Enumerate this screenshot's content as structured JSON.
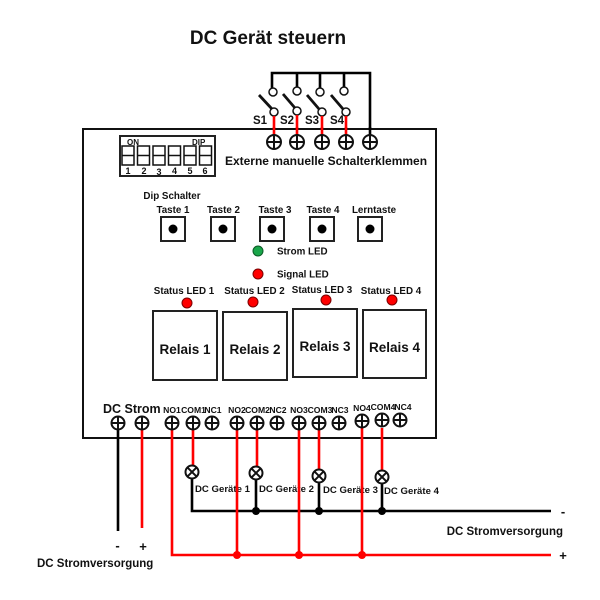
{
  "title": "DC Gerät steuern",
  "external_switches": {
    "switches": [
      "S1",
      "S2",
      "S3",
      "S4"
    ],
    "terminal_label": "Externe manuelle Schalterklemmen"
  },
  "dip_switch": {
    "on_label": "ON",
    "dip_label": "DIP",
    "positions": [
      "1",
      "2",
      "3",
      "4",
      "5",
      "6"
    ],
    "label": "Dip Schalter"
  },
  "buttons": [
    "Taste 1",
    "Taste 2",
    "Taste 3",
    "Taste 4",
    "Lerntaste"
  ],
  "indicators": [
    {
      "label": "Strom LED",
      "color": "green"
    },
    {
      "label": "Signal LED",
      "color": "red"
    }
  ],
  "relays": [
    {
      "status_label": "Status LED 1",
      "label": "Relais 1"
    },
    {
      "status_label": "Status LED 2",
      "label": "Relais 2"
    },
    {
      "status_label": "Status LED 3",
      "label": "Relais 3"
    },
    {
      "status_label": "Status LED 4",
      "label": "Relais 4"
    }
  ],
  "terminals": {
    "power_label": "DC Strom",
    "relay_terminals": [
      "NO1",
      "COM1",
      "NC1",
      "NO2",
      "COM2",
      "NC2",
      "NO3",
      "COM3",
      "NC3",
      "NO4",
      "COM4",
      "NC4"
    ]
  },
  "devices": [
    "DC Geräte 1",
    "DC Geräte 2",
    "DC Geräte 3",
    "DC Geräte 4"
  ],
  "power_supply_input": {
    "minus": "-",
    "plus": "+",
    "label": "DC Stromversorgung"
  },
  "power_supply_load": {
    "minus": "-",
    "plus": "+",
    "label": "DC Stromversorgung"
  },
  "colors": {
    "wire_positive": "#ff0000",
    "wire_negative": "#000000",
    "power_led": "#1aa64a",
    "signal_led": "#ff0000",
    "status_led": "#ff0000"
  }
}
